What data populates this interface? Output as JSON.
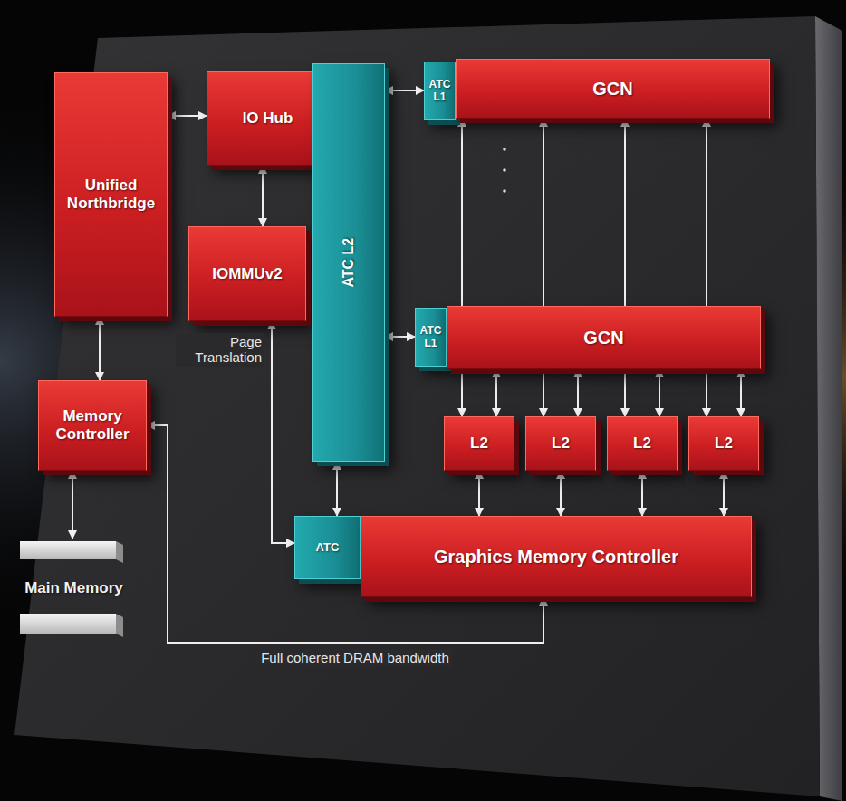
{
  "diagram": {
    "nodes": [
      {
        "text": [
          "Unified Northbridge"
        ]
      },
      {
        "text": [
          "IO Hub"
        ]
      },
      {
        "text": [
          "IOMMUv2"
        ]
      },
      {
        "text": [
          "Memory Controller"
        ]
      },
      {
        "text": [
          "ATC L2"
        ]
      },
      {
        "text": [
          "ATC L1"
        ]
      },
      {
        "text": [
          "GCN"
        ]
      },
      {
        "text": [
          "ATC L1"
        ]
      },
      {
        "text": [
          "GCN"
        ]
      },
      {
        "text": [
          "L2"
        ]
      },
      {
        "text": [
          "L2"
        ]
      },
      {
        "text": [
          "L2"
        ]
      },
      {
        "text": [
          "L2"
        ]
      },
      {
        "text": [
          "ATC"
        ]
      },
      {
        "text": [
          "Graphics Memory Controller"
        ]
      },
      {
        "text": [
          "Main Memory"
        ]
      }
    ],
    "edges": [
      {
        "from": 0,
        "to": 1,
        "arrow": "both"
      },
      {
        "from": 1,
        "to": 2,
        "arrow": "both"
      },
      {
        "from": 0,
        "to": 3,
        "arrow": "both"
      },
      {
        "from": 3,
        "to": 15,
        "arrow": "both"
      },
      {
        "from": 2,
        "to": 13,
        "label": "Page Translation",
        "arrow": "both"
      },
      {
        "from": 3,
        "to": 14,
        "label": "Full coherent DRAM bandwidth",
        "arrow": "both"
      },
      {
        "from": 4,
        "to": 5,
        "arrow": "both"
      },
      {
        "from": 4,
        "to": 7,
        "arrow": "both"
      },
      {
        "from": 4,
        "to": 13,
        "arrow": "both"
      },
      {
        "from": 9,
        "to": 14,
        "arrow": "both"
      },
      {
        "from": 10,
        "to": 14,
        "arrow": "both"
      },
      {
        "from": 11,
        "to": 14,
        "arrow": "both"
      },
      {
        "from": 12,
        "to": 14,
        "arrow": "both"
      },
      {
        "from": 6,
        "to": 9,
        "arrow": "both"
      },
      {
        "from": 6,
        "to": 10,
        "arrow": "both"
      },
      {
        "from": 6,
        "to": 11,
        "arrow": "both"
      },
      {
        "from": 6,
        "to": 12,
        "arrow": "both"
      },
      {
        "from": 8,
        "to": 9,
        "arrow": "both"
      },
      {
        "from": 8,
        "to": 10,
        "arrow": "both"
      },
      {
        "from": 8,
        "to": 11,
        "arrow": "both"
      },
      {
        "from": 8,
        "to": 12,
        "arrow": "both"
      }
    ]
  }
}
